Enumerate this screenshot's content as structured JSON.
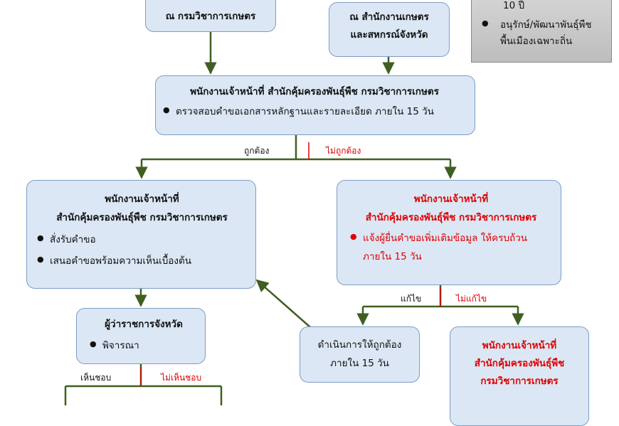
{
  "note": {
    "line_years": "10 ปี",
    "item_1": "อนุรักษ์/พัฒนาพันธุ์พืช",
    "item_1_cont": "พื้นเมืองเฉพาะถิ่น"
  },
  "box_doa": {
    "text": "ณ กรมวิชาการเกษตร"
  },
  "box_provincial": {
    "line1": "ณ สำนักงานเกษตร",
    "line2": "และสหกรณ์จังหวัด"
  },
  "box_check": {
    "title": "พนักงานเจ้าหน้าที่  สำนักคุ้มครองพันธุ์พืช กรมวิชาการเกษตร",
    "item": "ตรวจสอบคำขอเอกสารหลักฐานและรายละเอียด ภายใน 15 วัน"
  },
  "labels": {
    "correct": "ถูกต้อง",
    "incorrect": "ไม่ถูกต้อง",
    "fixed": "แก้ไข",
    "not_fixed": "ไม่แก้ไข",
    "agree": "เห็นชอบ",
    "disagree": "ไม่เห็นชอบ"
  },
  "box_accept": {
    "title1": "พนักงานเจ้าหน้าที่",
    "title2": "สำนักคุ้มครองพันธุ์พืช กรมวิชาการเกษตร",
    "item1": "สั่งรับคำขอ",
    "item2": "เสนอคำขอพร้อมความเห็นเบื้องต้น"
  },
  "box_notify": {
    "title1": "พนักงานเจ้าหน้าที่",
    "title2": "สำนักคุ้มครองพันธุ์พืช กรมวิชาการเกษตร",
    "item_line1": "แจ้งผู้ยื่นคำขอเพิ่มเติมข้อมูล ให้ครบถ้วน",
    "item_line2": "ภายใน 15 วัน"
  },
  "box_governor": {
    "title": "ผู้ว่าราชการจังหวัด",
    "item": "พิจารณา"
  },
  "box_correct": {
    "line1": "ดำเนินการให้ถูกต้อง",
    "line2": "ภายใน 15 วัน"
  },
  "box_reject": {
    "title1": "พนักงานเจ้าหน้าที่",
    "title2": "สำนักคุ้มครองพันธุ์พืช",
    "title3": "กรมวิชาการเกษตร"
  },
  "colors": {
    "arrow": "#3f5f22",
    "box_fill": "#dbe7f4",
    "box_border": "#7e9dc4",
    "red_text": "#e00000"
  }
}
